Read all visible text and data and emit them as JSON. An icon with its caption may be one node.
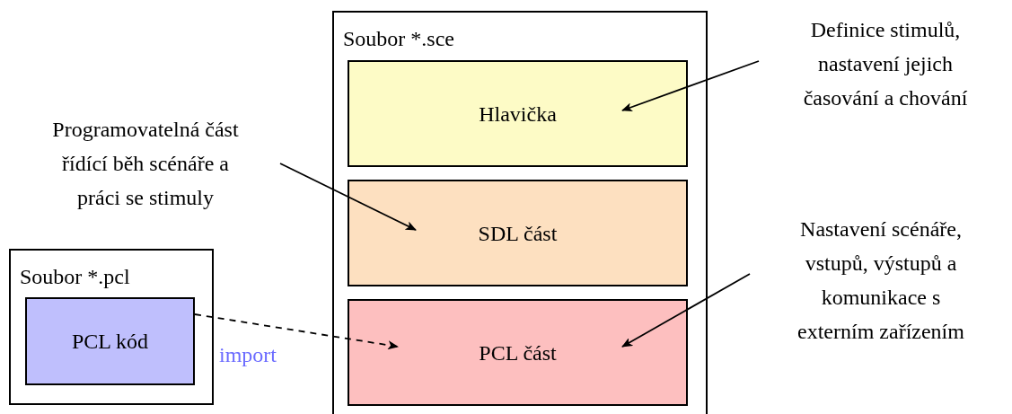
{
  "diagram": {
    "nodes": [
      {
        "text": [
          "Soubor *.sce"
        ]
      },
      {
        "text": [
          "Hlavička"
        ],
        "in": 0
      },
      {
        "text": [
          "SDL část"
        ],
        "in": 0
      },
      {
        "text": [
          "PCL část"
        ],
        "in": 0
      },
      {
        "text": [
          "Soubor *.pcl"
        ]
      },
      {
        "text": [
          "PCL kód"
        ],
        "in": 4
      },
      {
        "text": [
          "Definice stimulů, nastavení jejich časování a chování"
        ]
      },
      {
        "text": [
          "Programovatelná část řídící běh scénáře a práci se stimuly"
        ]
      },
      {
        "text": [
          "Nastavení scénáře, vstupů, výstupů a komunikace s externím zařízením"
        ]
      }
    ],
    "edges": [
      {
        "from": 6,
        "to": 1,
        "arrow": "to"
      },
      {
        "from": 7,
        "to": 2,
        "arrow": "to"
      },
      {
        "from": 8,
        "to": 3,
        "arrow": "to"
      },
      {
        "from": 5,
        "to": 3,
        "arrow": "to",
        "label": "import",
        "style": "dashed"
      }
    ]
  }
}
